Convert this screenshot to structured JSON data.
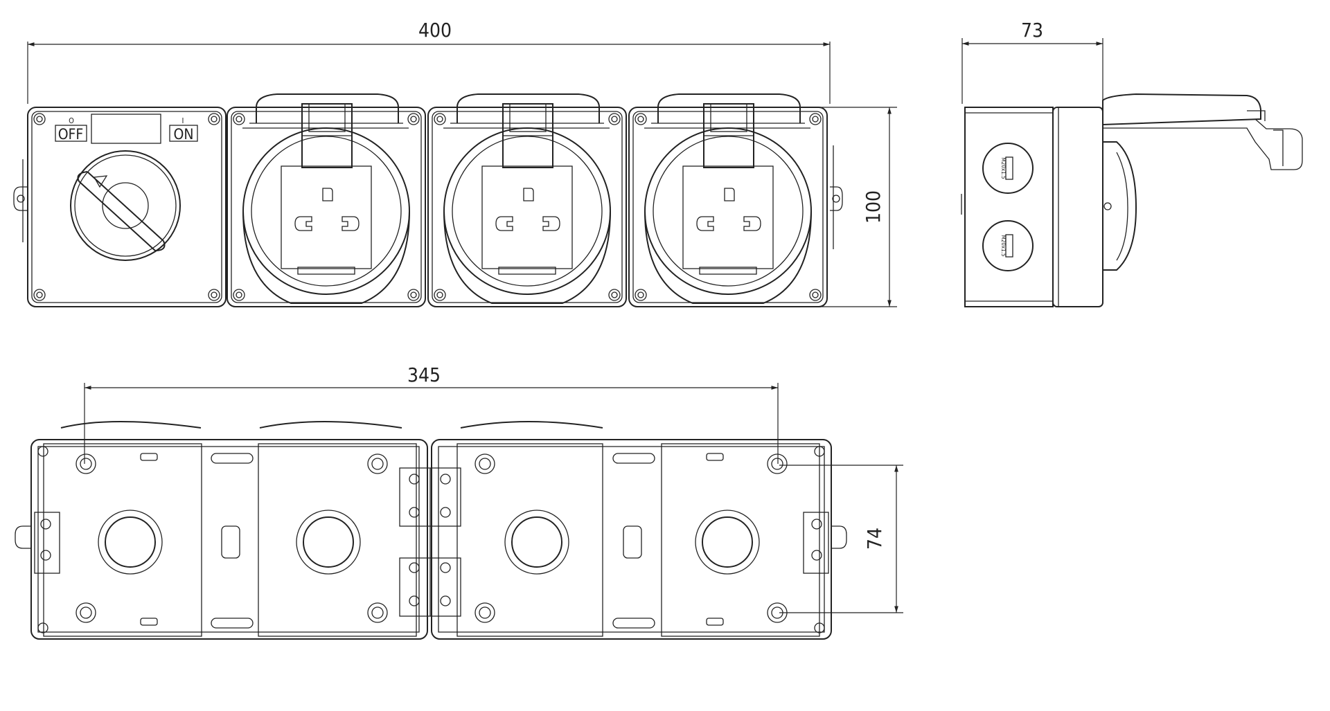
{
  "dimensions": {
    "front_width": "400",
    "side_depth": "73",
    "front_height": "100",
    "back_width": "345",
    "back_height": "74"
  },
  "switch_module": {
    "off_symbol": "O",
    "off_label": "OFF",
    "on_symbol": "I",
    "on_label": "ON"
  },
  "side_view": {
    "knockout_label": "M20x1.5"
  },
  "socket_count": 3
}
